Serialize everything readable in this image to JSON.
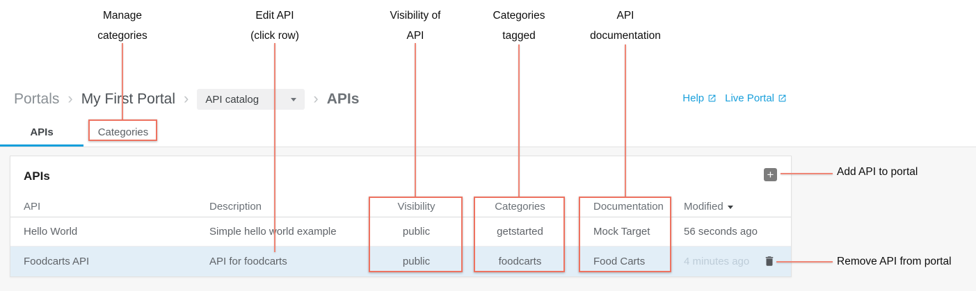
{
  "annotations": {
    "accent_color": "#ee7260",
    "labels": [
      {
        "line1": "Manage",
        "line2": "categories"
      },
      {
        "line1": "Edit API",
        "line2": "(click row)"
      },
      {
        "line1": "Visibility of",
        "line2": "API"
      },
      {
        "line1": "Categories",
        "line2": "tagged"
      },
      {
        "line1": "API",
        "line2": "documentation"
      }
    ],
    "add_api": "Add API to portal",
    "remove_api": "Remove API from portal"
  },
  "breadcrumb": {
    "portals": "Portals",
    "portal_name": "My First Portal",
    "dropdown_value": "API catalog",
    "current": "APIs"
  },
  "links": {
    "help": "Help",
    "live_portal": "Live Portal",
    "link_color": "#189fdb"
  },
  "tabs": {
    "apis": "APIs",
    "categories": "Categories",
    "active_underline_color": "#169fdb"
  },
  "panel": {
    "title": "APIs",
    "add_button": "+",
    "columns": [
      "API",
      "Description",
      "Visibility",
      "Categories",
      "Documentation",
      "Modified"
    ],
    "rows": [
      {
        "api": "Hello World",
        "description": "Simple hello world example",
        "visibility": "public",
        "categories": "getstarted",
        "documentation": "Mock Target",
        "modified": "56 seconds ago"
      },
      {
        "api": "Foodcarts API",
        "description": "API for foodcarts",
        "visibility": "public",
        "categories": "foodcarts",
        "documentation": "Food Carts",
        "modified": "4 minutes ago",
        "row_highlight_color": "#e2eef7"
      }
    ]
  }
}
